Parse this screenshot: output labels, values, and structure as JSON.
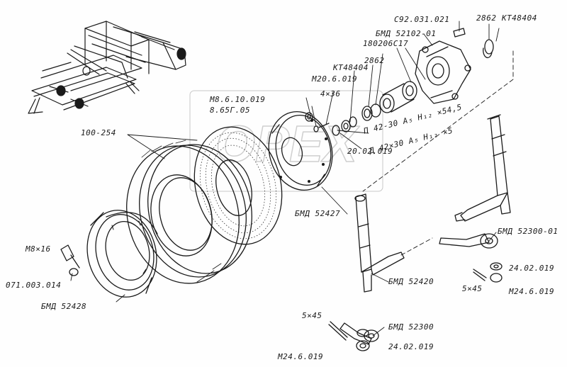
{
  "diagram": {
    "line_color": "#1a1a1a",
    "paper_color": "#fefefe",
    "watermark": "ОРЕХ",
    "labels": {
      "c92_031_021": "С92.031.021",
      "n2862_top": "2862",
      "kt48404_top": "КТ48404",
      "bmd52102": "БМД 52102-01",
      "n180206": "180206С17",
      "kt48404_mid": "КТ48404",
      "n2862_mid": "2862",
      "m20_6": "М20.6.019",
      "m8_6_10": "М8.6.10.019",
      "n8_65g": "8.65Г.05",
      "n4x36": "4×36",
      "p42": "П 42-30 А₅ H₁₂ ×54,5",
      "d42": "Д 42×30 А₅ H₁₂ ×5",
      "n20_02": "20.02.019",
      "n100_254": "100-254",
      "bmd52427": "БМД 52427",
      "bmd52300_01": "БМД 52300-01",
      "m8x16": "М8×16",
      "n071": "071.003.014",
      "bmd52428": "БМД 52428",
      "bmd52420": "БМД 52420",
      "n24_02_r": "24.02.019",
      "n5x45_r": "5×45",
      "m24_6_r": "М24.6.019",
      "n5x45_b": "5×45",
      "bmd52300": "БМД 52300",
      "n24_02_b": "24.02.019",
      "m24_6_b": "М24.6.019"
    }
  }
}
